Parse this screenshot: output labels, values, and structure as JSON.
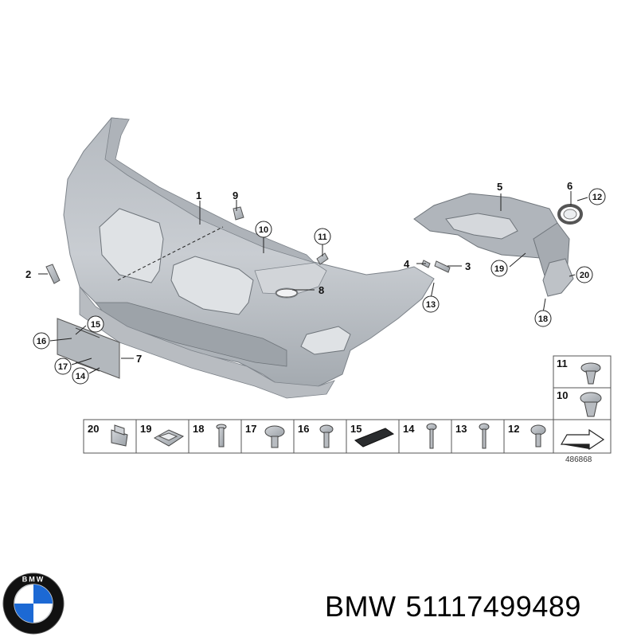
{
  "callouts": {
    "c1": "1",
    "c2": "2",
    "c3": "3",
    "c4": "4",
    "c5": "5",
    "c6": "6",
    "c7": "7",
    "c8": "8",
    "c9": "9",
    "c10": "10",
    "c11": "11",
    "c12": "12",
    "c13": "13",
    "c14": "14",
    "c15": "15",
    "c16": "16",
    "c17": "17",
    "c18": "18",
    "c19": "19",
    "c20": "20"
  },
  "legend": {
    "p20": "20",
    "p19": "19",
    "p18": "18",
    "p17": "17",
    "p16": "16",
    "p15": "15",
    "p14": "14",
    "p13": "13",
    "p12": "12",
    "p11": "11",
    "p10": "10"
  },
  "diagram_ref": "486868",
  "caption": {
    "brand": "BMW",
    "part_number": "51117499489"
  },
  "logo": {
    "text": "BMW",
    "colors": {
      "blue": "#1c69d4",
      "ring": "#111111",
      "white": "#ffffff"
    }
  },
  "colors": {
    "part_fill": "#c4c8cd",
    "part_shade": "#9aa0a6",
    "line": "#222222"
  }
}
